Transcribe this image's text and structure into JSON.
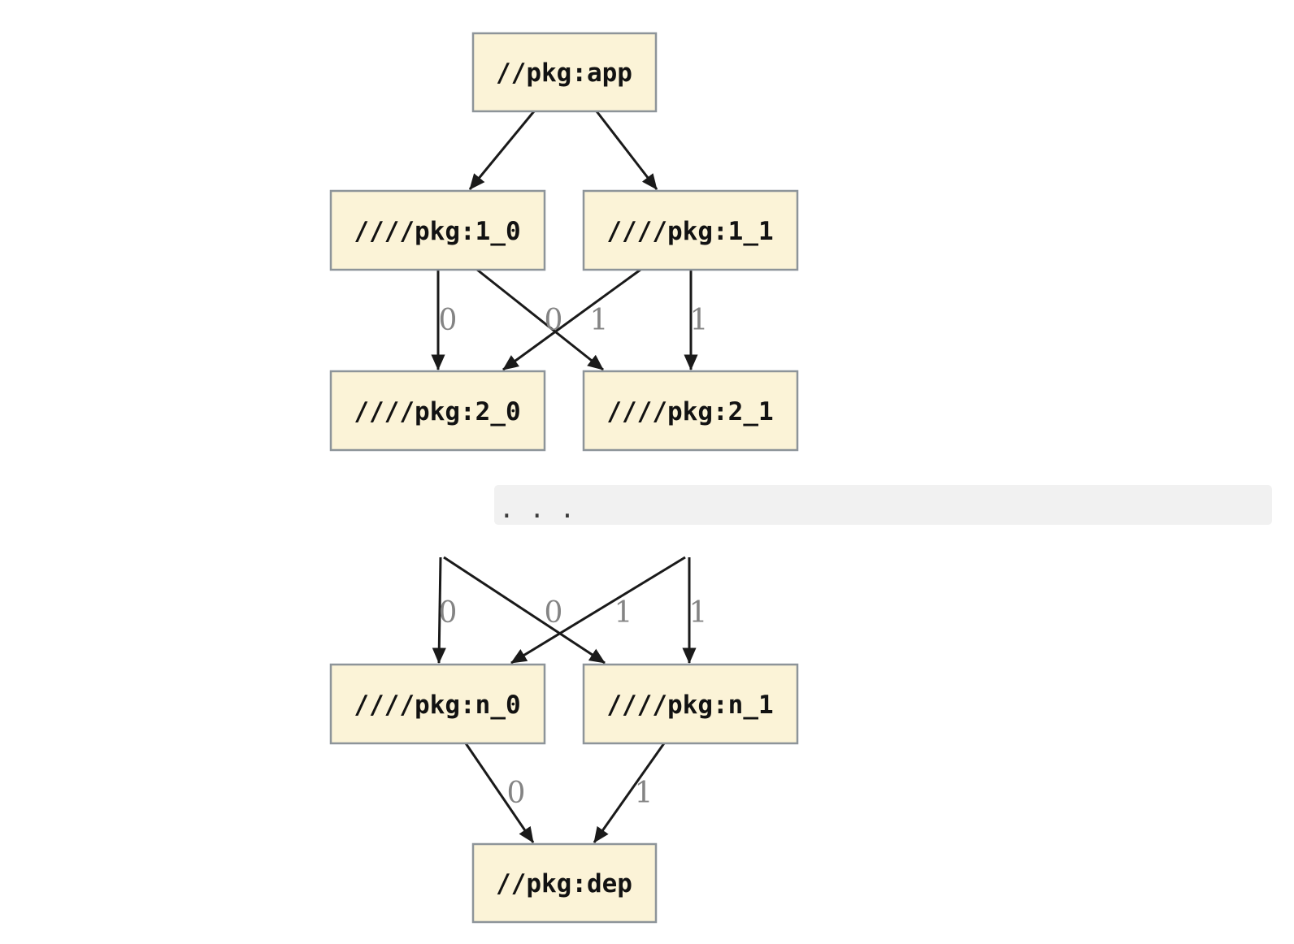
{
  "diagram": {
    "type": "dependency-graph",
    "colors": {
      "background": "#FFFFFF",
      "node_fill": "#FBF3D7",
      "node_border": "#8D9499",
      "node_text": "#121212",
      "edge": "#1A1A1A",
      "edge_label": "#848484",
      "band_bg": "#F1F1F1",
      "band_text": "#3A3A3A"
    },
    "nodes": {
      "app": {
        "label": "//pkg:app"
      },
      "r1_0": {
        "label": "////pkg:1_0"
      },
      "r1_1": {
        "label": "////pkg:1_1"
      },
      "r2_0": {
        "label": "////pkg:2_0"
      },
      "r2_1": {
        "label": "////pkg:2_1"
      },
      "rn_0": {
        "label": "////pkg:n_0"
      },
      "rn_1": {
        "label": "////pkg:n_1"
      },
      "dep": {
        "label": "//pkg:dep"
      }
    },
    "ellipsis": {
      "text": ". . ."
    },
    "edges": [
      {
        "from": "//pkg:app",
        "to": "////pkg:1_0",
        "label": ""
      },
      {
        "from": "//pkg:app",
        "to": "////pkg:1_1",
        "label": ""
      },
      {
        "from": "////pkg:1_0",
        "to": "////pkg:2_0",
        "label": "0"
      },
      {
        "from": "////pkg:1_1",
        "to": "////pkg:2_0",
        "label": "0"
      },
      {
        "from": "////pkg:1_0",
        "to": "////pkg:2_1",
        "label": "1"
      },
      {
        "from": "////pkg:1_1",
        "to": "////pkg:2_1",
        "label": "1"
      },
      {
        "from": "…",
        "to": "////pkg:n_0",
        "label": "0"
      },
      {
        "from": "…",
        "to": "////pkg:n_0",
        "label": "0"
      },
      {
        "from": "…",
        "to": "////pkg:n_1",
        "label": "1"
      },
      {
        "from": "…",
        "to": "////pkg:n_1",
        "label": "1"
      },
      {
        "from": "////pkg:n_0",
        "to": "//pkg:dep",
        "label": "0"
      },
      {
        "from": "////pkg:n_1",
        "to": "//pkg:dep",
        "label": "1"
      }
    ]
  }
}
